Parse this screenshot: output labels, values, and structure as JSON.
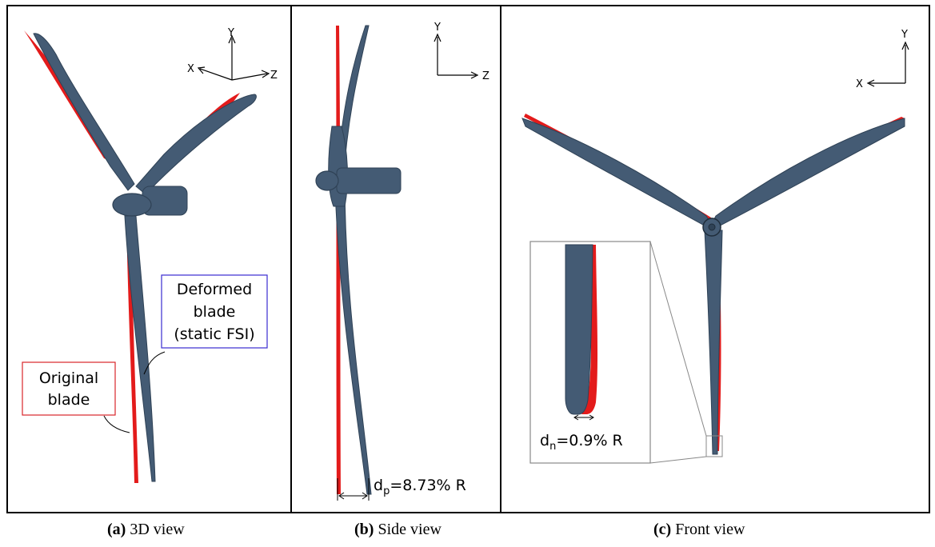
{
  "colors": {
    "blade": "#445b74",
    "blade_dark": "#2f4256",
    "original": "#e31b1b",
    "label_red": "#d9262a",
    "label_blue": "#3a2bd0"
  },
  "panel_a": {
    "axes": {
      "y": "Y",
      "x": "X",
      "z": "Z"
    },
    "label_deformed": [
      "Deformed",
      "blade",
      "(static FSI)"
    ],
    "label_original": [
      "Original",
      "blade"
    ],
    "caption_letter": "(a)",
    "caption_text": " 3D view"
  },
  "panel_b": {
    "axes": {
      "y": "Y",
      "z": "Z"
    },
    "dimension": {
      "main": "d",
      "sub": "p",
      "rest": "=8.73% R"
    },
    "caption_letter": "(b)",
    "caption_text": " Side view"
  },
  "panel_c": {
    "axes": {
      "y": "Y",
      "x": "X"
    },
    "dimension": {
      "main": "d",
      "sub": "n",
      "rest": "=0.9% R"
    },
    "caption_letter": "(c)",
    "caption_text": " Front view"
  }
}
